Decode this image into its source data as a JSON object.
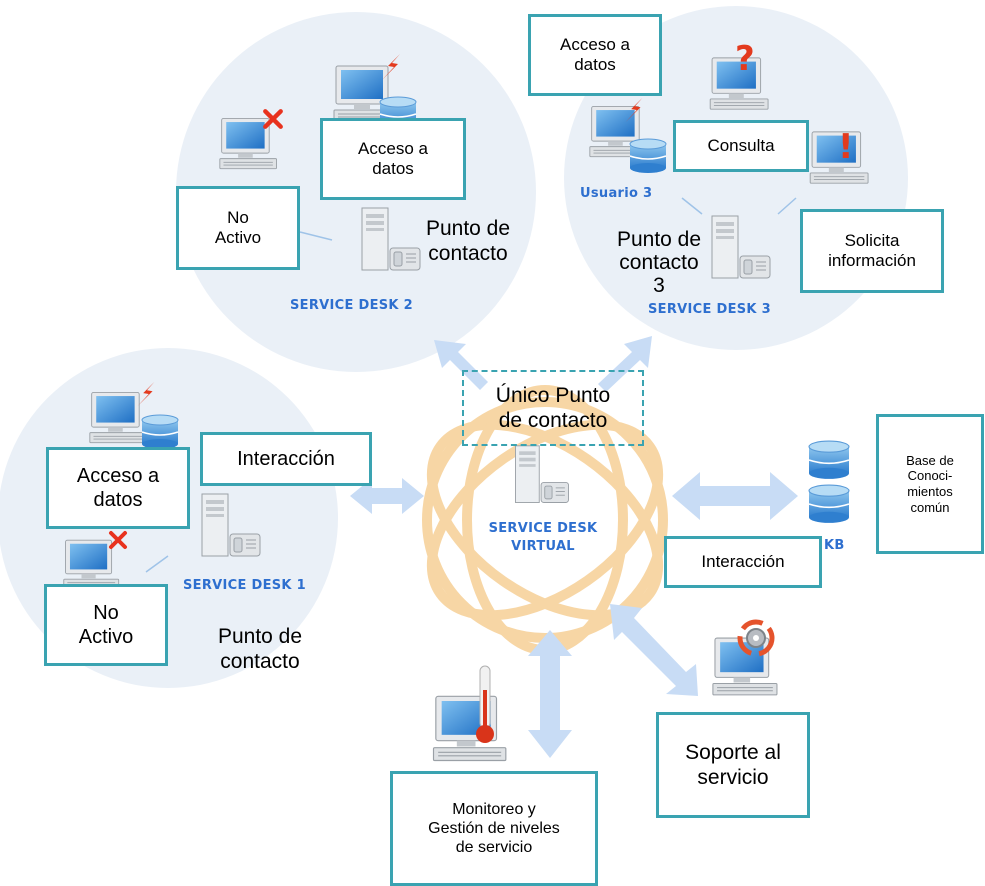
{
  "labels": {
    "sd1": "SERVICE DESK 1",
    "sd2": "SERVICE DESK 2",
    "sd3": "SERVICE DESK 3",
    "sdv": "SERVICE DESK\nVIRTUAL",
    "usuario3": "Usuario 3",
    "kb": "KB"
  },
  "boxes": {
    "acceso_top_right": "Acceso a\ndatos",
    "acceso_sd2": "Acceso a\ndatos",
    "no_activo_sd2": "No\nActivo",
    "consulta": "Consulta",
    "solicita": "Solicita\ninformación",
    "interaccion_left": "Interacción",
    "acceso_sd1": "Acceso a\ndatos",
    "no_activo_sd1": "No\nActivo",
    "base_conocimientos": "Base de\nConoci-\nmientos\ncomún",
    "interaccion_right": "Interacción",
    "soporte": "Soporte al\nservicio",
    "monitoreo": "Monitoreo y\nGestión de niveles\nde servicio",
    "unico_punto": "Único Punto\nde contacto"
  },
  "texts": {
    "punto_sd2": "Punto de\ncontacto",
    "punto_sd3": "Punto de\ncontacto\n3",
    "punto_sd1": "Punto de\ncontacto"
  },
  "colors": {
    "box_border": "#3aa3b1",
    "circle_fill": "#eaf0f7",
    "label_blue": "#2e6fcf",
    "orbit": "#f5c987",
    "arrow": "#c8dcf5"
  }
}
